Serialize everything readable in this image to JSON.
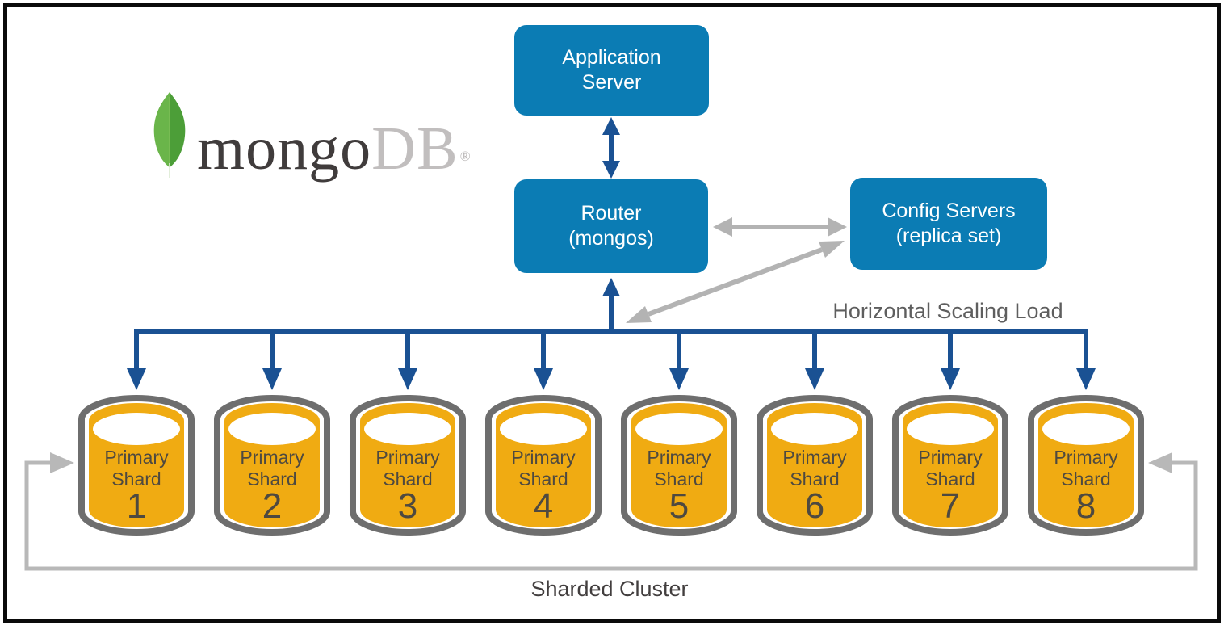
{
  "logo": {
    "leaf_icon": "mongodb-leaf",
    "text_primary": "mongo",
    "text_secondary": "DB",
    "registered": "®"
  },
  "nodes": {
    "application_server": {
      "lines": [
        "Application",
        "Server"
      ]
    },
    "router": {
      "lines": [
        "Router",
        "(mongos)"
      ]
    },
    "config_servers": {
      "lines": [
        "Config Servers",
        "(replica set)"
      ]
    }
  },
  "labels": {
    "horizontal_scaling_load": "Horizontal Scaling Load",
    "sharded_cluster": "Sharded Cluster"
  },
  "shards": {
    "items": [
      {
        "name": "Primary Shard",
        "number": "1"
      },
      {
        "name": "Primary Shard",
        "number": "2"
      },
      {
        "name": "Primary Shard",
        "number": "3"
      },
      {
        "name": "Primary Shard",
        "number": "4"
      },
      {
        "name": "Primary Shard",
        "number": "5"
      },
      {
        "name": "Primary Shard",
        "number": "6"
      },
      {
        "name": "Primary Shard",
        "number": "7"
      },
      {
        "name": "Primary Shard",
        "number": "8"
      }
    ]
  },
  "colors": {
    "node_blue": "#0b7cb4",
    "arrow_navy": "#1a5193",
    "arrow_gray": "#b3b3b3",
    "loop_gray": "#b8b8b8",
    "shard_yellow": "#f0ab12",
    "shard_outline_gray": "#6e6e6e",
    "shard_text_gray": "#4e4940",
    "logo_green_left": "#6ab54a",
    "logo_green_right": "#4c9e38",
    "frame_black": "#0a0a0a"
  }
}
